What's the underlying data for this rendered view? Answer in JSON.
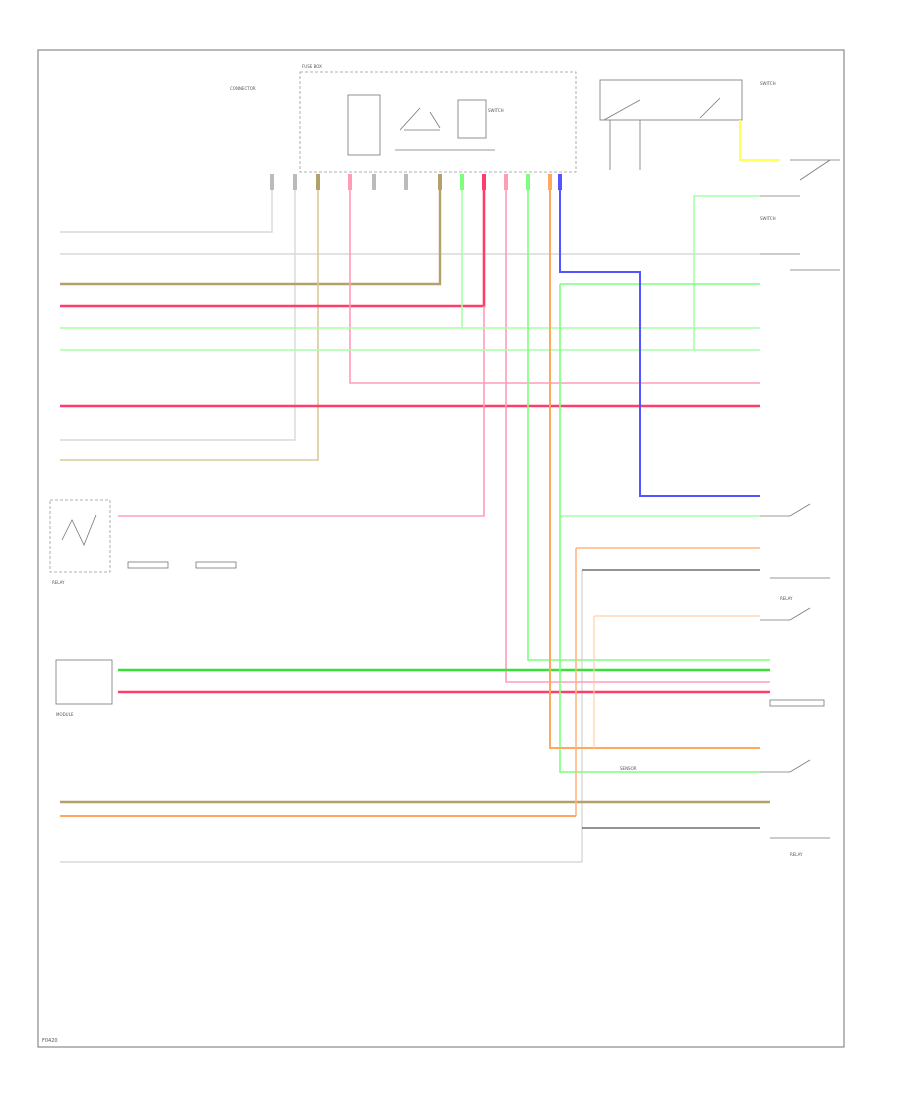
{
  "colors": {
    "GRY": "#d9d9d9",
    "BRN": "#b5a06c",
    "RED": "#ff3d6b",
    "PNK": "#ff9db6",
    "LTGRN": "#7dff7d",
    "GRN": "#39e039",
    "BLU": "#5555ff",
    "ORG": "#ffa860",
    "BLK": "#555555",
    "YEL": "#ffff55"
  },
  "labels": {
    "fuse_box": "FUSE BOX",
    "left_connector": "CONNECTOR",
    "top_switch": "SWITCH",
    "switch_upper": "SWITCH",
    "shift_relay": "RELAY",
    "brake_relay": "RELAY",
    "hazard_switch": "SWITCH",
    "body_control": "MODULE",
    "sensor_label": "SENSOR",
    "bottom_relay": "RELAY",
    "footer_code": "F0420"
  }
}
